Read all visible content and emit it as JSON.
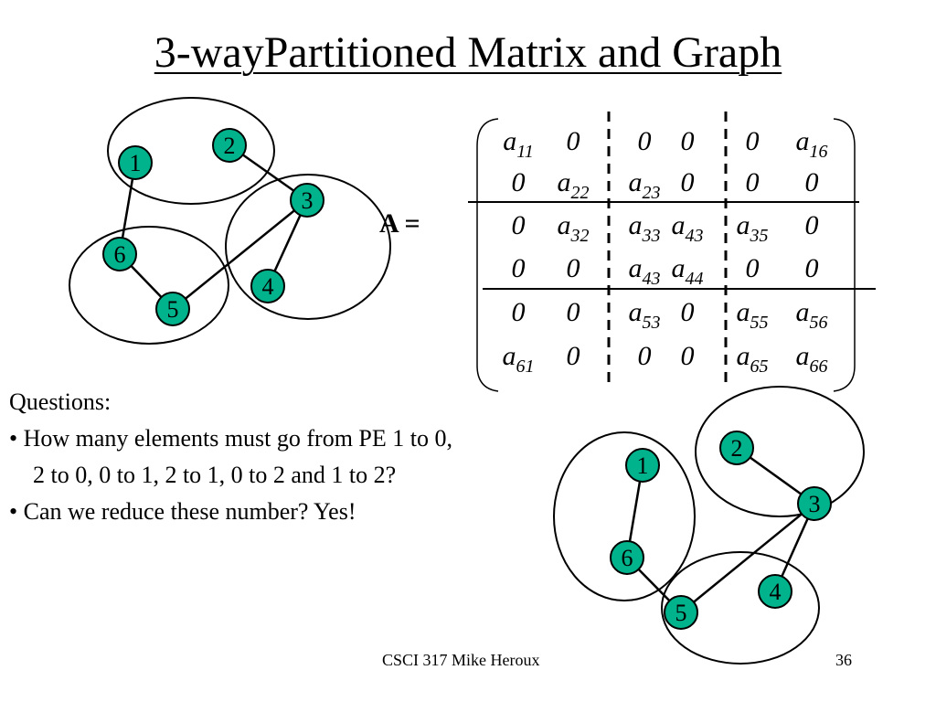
{
  "title": "3-wayPartitioned Matrix and Graph",
  "matrix_label": "A =",
  "matrix": {
    "rows": [
      [
        {
          "b": "a",
          "s": "11"
        },
        {
          "b": "0",
          "s": ""
        },
        {
          "b": "0",
          "s": ""
        },
        {
          "b": "0",
          "s": ""
        },
        {
          "b": "0",
          "s": ""
        },
        {
          "b": "a",
          "s": "16"
        }
      ],
      [
        {
          "b": "0",
          "s": ""
        },
        {
          "b": "a",
          "s": "22"
        },
        {
          "b": "a",
          "s": "23"
        },
        {
          "b": "0",
          "s": ""
        },
        {
          "b": "0",
          "s": ""
        },
        {
          "b": "0",
          "s": ""
        }
      ],
      [
        {
          "b": "0",
          "s": ""
        },
        {
          "b": "a",
          "s": "32"
        },
        {
          "b": "a",
          "s": "33"
        },
        {
          "b": "a",
          "s": "43"
        },
        {
          "b": "a",
          "s": "35"
        },
        {
          "b": "0",
          "s": ""
        }
      ],
      [
        {
          "b": "0",
          "s": ""
        },
        {
          "b": "0",
          "s": ""
        },
        {
          "b": "a",
          "s": "43"
        },
        {
          "b": "a",
          "s": "44"
        },
        {
          "b": "0",
          "s": ""
        },
        {
          "b": "0",
          "s": ""
        }
      ],
      [
        {
          "b": "0",
          "s": ""
        },
        {
          "b": "0",
          "s": ""
        },
        {
          "b": "a",
          "s": "53"
        },
        {
          "b": "0",
          "s": ""
        },
        {
          "b": "a",
          "s": "55"
        },
        {
          "b": "a",
          "s": "56"
        }
      ],
      [
        {
          "b": "a",
          "s": "61"
        },
        {
          "b": "0",
          "s": ""
        },
        {
          "b": "0",
          "s": ""
        },
        {
          "b": "0",
          "s": ""
        },
        {
          "b": "a",
          "s": "65"
        },
        {
          "b": "a",
          "s": "66"
        }
      ]
    ]
  },
  "graph_top": {
    "nodes": [
      "1",
      "2",
      "3",
      "4",
      "5",
      "6"
    ],
    "edges": [
      [
        "1",
        "6"
      ],
      [
        "2",
        "3"
      ],
      [
        "3",
        "4"
      ],
      [
        "3",
        "5"
      ],
      [
        "5",
        "6"
      ]
    ]
  },
  "graph_bottom": {
    "nodes": [
      "1",
      "2",
      "3",
      "4",
      "5",
      "6"
    ],
    "edges": [
      [
        "1",
        "6"
      ],
      [
        "2",
        "3"
      ],
      [
        "3",
        "4"
      ],
      [
        "3",
        "5"
      ],
      [
        "5",
        "6"
      ]
    ]
  },
  "questions": {
    "heading": "Questions:",
    "q1_line1": "• How many elements must go from PE 1 to 0,",
    "q1_line2": "2 to 0, 0 to 1, 2 to 1, 0 to 2 and 1 to 2?",
    "q2": "• Can we reduce these number? Yes!"
  },
  "footer": {
    "left": "CSCI 317 Mike Heroux",
    "page": "36"
  },
  "colors": {
    "node_fill": "#00B38C",
    "stroke": "#000000"
  }
}
